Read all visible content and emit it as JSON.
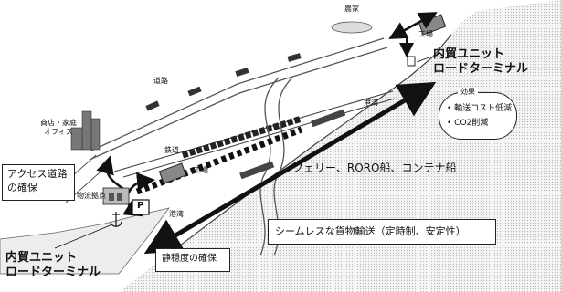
{
  "labels": {
    "farm": "農家",
    "factory_top": "工場",
    "terminal_top": "内貿ユニット\nロードターミナル",
    "effects_title": "効果",
    "effects_items": [
      "輸送コスト低減",
      "CO2削減"
    ],
    "road": "道路",
    "railway": "鉄道",
    "port_top": "港湾",
    "commerce": "商店・家庭\nオフィス",
    "access": "アクセス道路\nの確保",
    "factory_mid": "工場",
    "ferry": "フェリー、RORO船、コンテナ船",
    "logistics": "物流拠点",
    "port_bottom": "港湾",
    "seamless": "シームレスな貨物輸送（定時制、安定性）",
    "terminal_bottom": "内貿ユニット\nロードターミナル",
    "calm": "静穏度の確保",
    "parking": "P"
  }
}
